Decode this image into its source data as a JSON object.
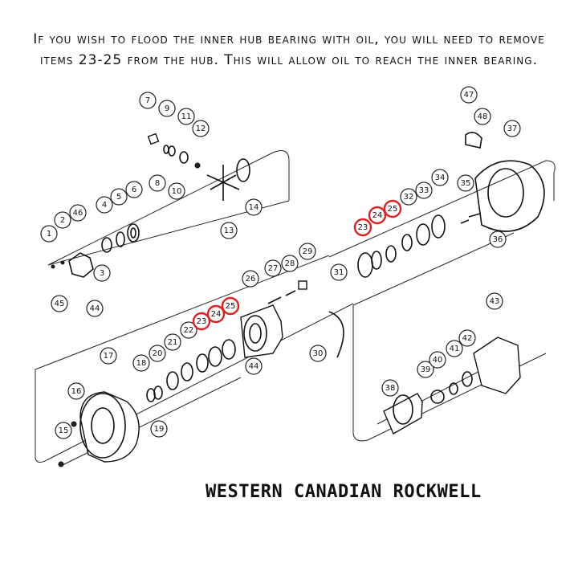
{
  "note": "If you wish to flood the inner hub bearing with oil, you will need to remove items 23-25 from the hub. This will allow oil to reach the inner bearing.",
  "brand": "WESTERN CANADIAN ROCKWELL",
  "highlight_color": "#e02020",
  "callouts": [
    "1",
    "2",
    "3",
    "4",
    "5",
    "6",
    "7",
    "8",
    "9",
    "10",
    "11",
    "12",
    "13",
    "14",
    "15",
    "16",
    "17",
    "18",
    "19",
    "20",
    "21",
    "22",
    "23",
    "24",
    "25",
    "26",
    "27",
    "28",
    "29",
    "30",
    "31",
    "32",
    "33",
    "34",
    "35",
    "36",
    "37",
    "38",
    "39",
    "40",
    "41",
    "42",
    "43",
    "44",
    "45",
    "46",
    "47",
    "48",
    "23",
    "24",
    "25",
    "23",
    "24",
    "25"
  ],
  "highlighted": [
    "23",
    "24",
    "25"
  ]
}
